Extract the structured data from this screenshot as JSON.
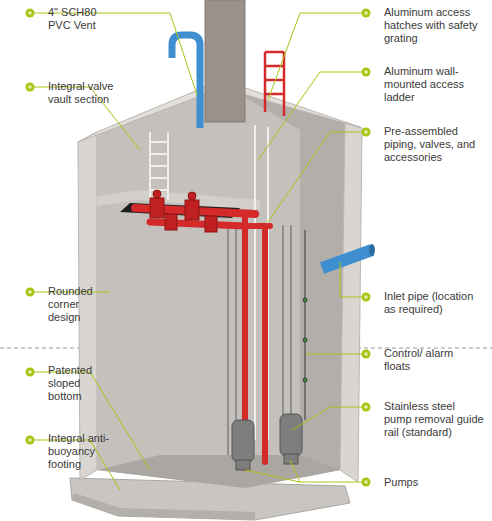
{
  "diagram": {
    "labels": [
      "4\" SCH80 PVC Vent",
      "Integral valve vault section",
      "Rounded corner design",
      "Patented sloped bottom",
      "Integral anti-buoyancy footing",
      "Aluminum access hatches with safety grating",
      "Aluminum wall-mounted access ladder",
      "Pre-assembled piping, valves, and accessories",
      "Inlet pipe (location as required)",
      "Control/ alarm floats",
      "Stainless steel pump removal guide rail (standard)",
      "Pumps"
    ]
  }
}
